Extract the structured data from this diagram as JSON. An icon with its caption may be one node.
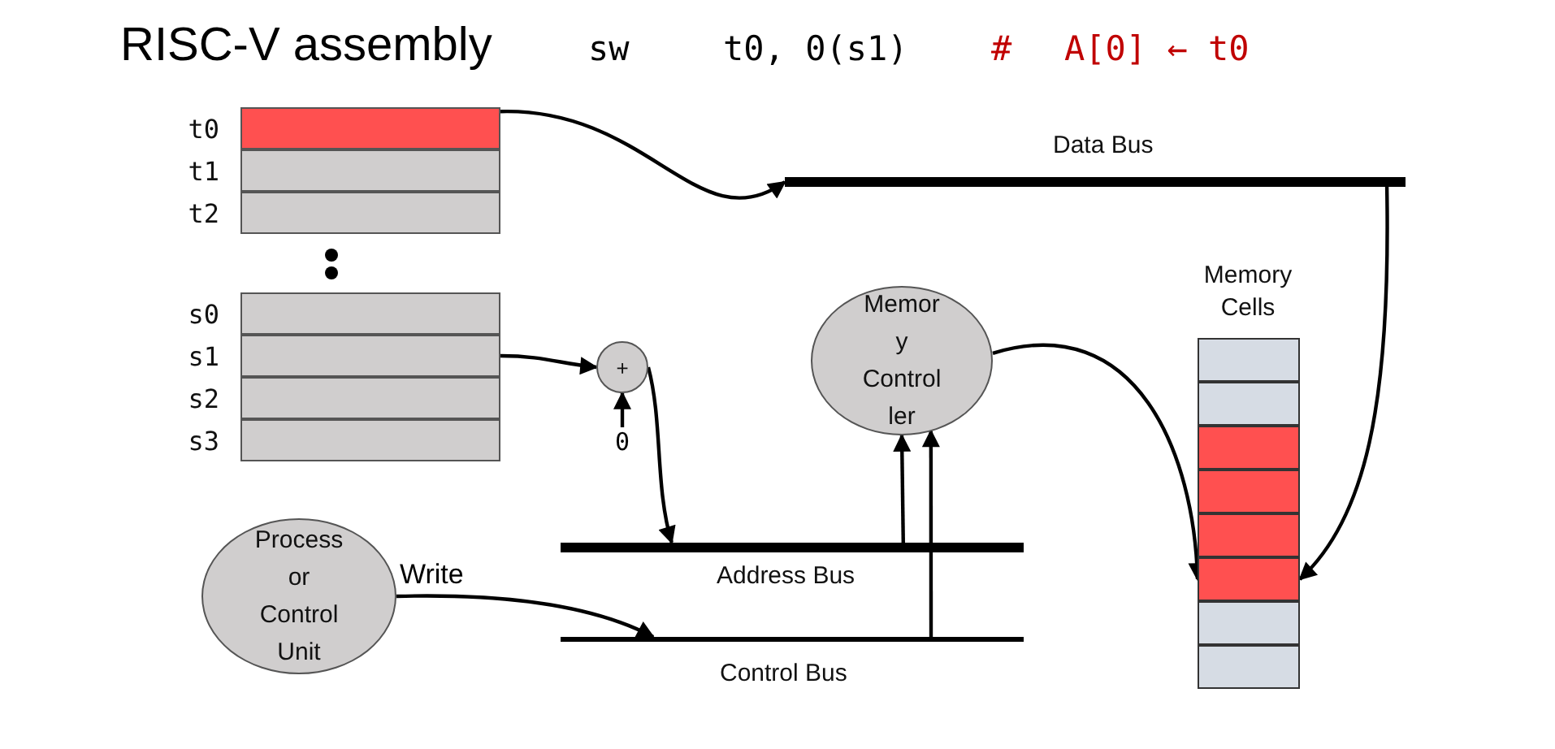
{
  "diagram": {
    "title": "RISC-V assembly",
    "nodes": [
      {
        "text": [],
        "shape": "box",
        "beside": [
          "t0"
        ]
      },
      {
        "text": [],
        "shape": "box",
        "beside": [
          "t1"
        ]
      },
      {
        "text": [],
        "shape": "box",
        "beside": [
          "t2"
        ]
      },
      {
        "text": [],
        "shape": "box",
        "beside": [
          "s0"
        ]
      },
      {
        "text": [],
        "shape": "box",
        "beside": [
          "s1"
        ]
      },
      {
        "text": [],
        "shape": "box",
        "beside": [
          "s2"
        ]
      },
      {
        "text": [],
        "shape": "box",
        "beside": [
          "s3"
        ]
      },
      {
        "text": [
          "+"
        ]
      },
      {
        "text": [
          "0"
        ]
      },
      {
        "text": [],
        "shape": "bar",
        "beside": [
          "Data Bus"
        ]
      },
      {
        "text": [],
        "shape": "bar",
        "beside": [
          "Address Bus"
        ]
      },
      {
        "text": [],
        "shape": "bar",
        "beside": [
          "Control Bus"
        ]
      },
      {
        "text": [
          "Memor y Control ler"
        ]
      },
      {
        "text": [
          "Process or Control Unit"
        ]
      },
      {
        "text": [
          "Memory Cells"
        ]
      },
      {
        "text": [],
        "shape": "box",
        "in": 14
      },
      {
        "text": [],
        "shape": "box",
        "in": 14
      },
      {
        "text": [],
        "shape": "box",
        "in": 14
      },
      {
        "text": [],
        "shape": "box",
        "in": 14
      },
      {
        "text": [],
        "shape": "box",
        "in": 14
      },
      {
        "text": [],
        "shape": "box",
        "in": 14
      },
      {
        "text": [],
        "shape": "box",
        "in": 14
      },
      {
        "text": [],
        "shape": "box",
        "in": 14
      }
    ],
    "edges": [
      {
        "from": 0,
        "to": 9,
        "arrow": "to"
      },
      {
        "from": 4,
        "to": 7,
        "arrow": "to"
      },
      {
        "from": 8,
        "to": 7,
        "arrow": "to"
      },
      {
        "from": 7,
        "to": 10,
        "arrow": "to"
      },
      {
        "from": 13,
        "to": 11,
        "arrow": "to",
        "label": "Write"
      },
      {
        "from": 10,
        "to": 12,
        "arrow": "to"
      },
      {
        "from": 11,
        "to": 12,
        "arrow": "to"
      },
      {
        "from": 12,
        "to": 20,
        "arrow": "to"
      },
      {
        "from": 9,
        "to": 20,
        "arrow": "to"
      }
    ],
    "labels": [
      "sw",
      "t0, 0(s1)",
      "#",
      "A[0] ← t0"
    ]
  }
}
